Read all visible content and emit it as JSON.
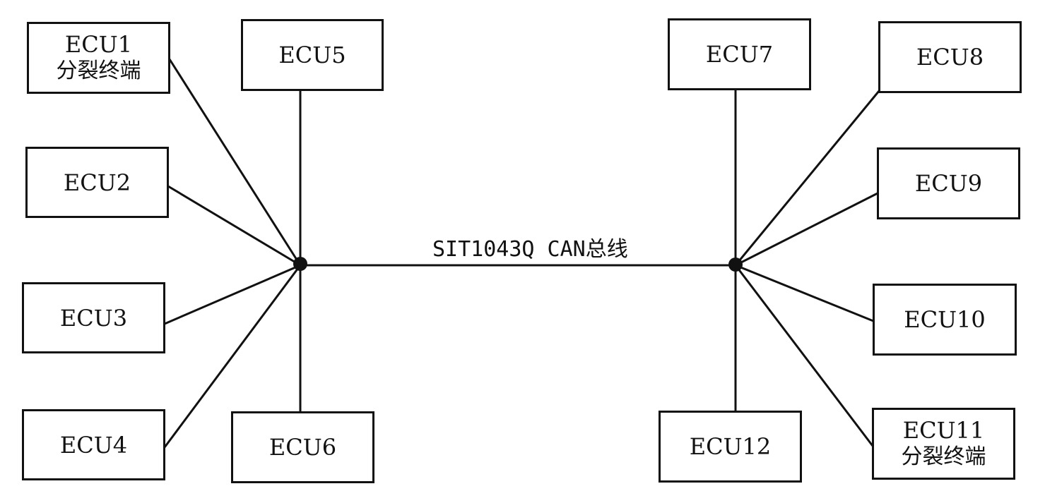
{
  "bus": {
    "label": "SIT1043Q CAN总线"
  },
  "ecus": [
    {
      "id": "ecu1",
      "name": "ECU1",
      "sub": "分裂终端"
    },
    {
      "id": "ecu2",
      "name": "ECU2"
    },
    {
      "id": "ecu3",
      "name": "ECU3"
    },
    {
      "id": "ecu4",
      "name": "ECU4"
    },
    {
      "id": "ecu5",
      "name": "ECU5"
    },
    {
      "id": "ecu6",
      "name": "ECU6"
    },
    {
      "id": "ecu7",
      "name": "ECU7"
    },
    {
      "id": "ecu8",
      "name": "ECU8"
    },
    {
      "id": "ecu9",
      "name": "ECU9"
    },
    {
      "id": "ecu10",
      "name": "ECU10"
    },
    {
      "id": "ecu11",
      "name": "ECU11",
      "sub": "分裂终端"
    },
    {
      "id": "ecu12",
      "name": "ECU12"
    }
  ],
  "colors": {
    "line": "#111111",
    "background": "#ffffff"
  }
}
